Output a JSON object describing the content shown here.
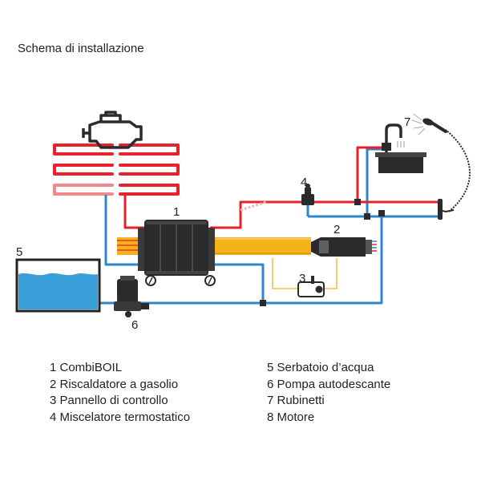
{
  "title": "Schema di installazione",
  "numbers": {
    "n1": "1",
    "n2": "2",
    "n3": "3",
    "n4": "4",
    "n5": "5",
    "n6": "6",
    "n7": "7"
  },
  "legend": {
    "left": [
      "1 CombiBOIL",
      "2 Riscaldatore a gasolio",
      "3 Pannello di controllo",
      "4 Miscelatore termostatico"
    ],
    "right": [
      "5 Serbatoio d’acqua",
      "6 Pompa autodescante",
      "7 Rubinetti",
      "8 Motore"
    ]
  },
  "colors": {
    "hot": "#e8222a",
    "cold": "#2e86c8",
    "fuel": "#f5b21a",
    "control": "#f2c24a",
    "tank_water": "#3a9fd8",
    "device": "#2b2b2b"
  }
}
